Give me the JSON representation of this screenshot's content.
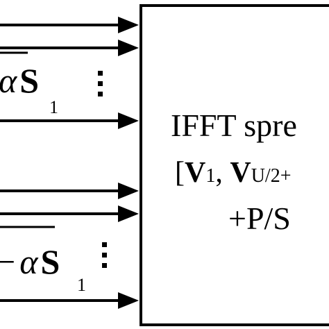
{
  "block": {
    "line1": "IFFT spre",
    "line2_open": "[",
    "line2_v1": "V",
    "line2_v1_sub": "1",
    "line2_sep": ", ",
    "line2_vu": "V",
    "line2_vu_sub": "U/2+",
    "line3": "+P/S"
  },
  "upper_input": {
    "alpha": "α",
    "symbol": "S",
    "sub": "1"
  },
  "lower_input": {
    "minus": "−",
    "alpha": "α",
    "symbol": "S",
    "sub": "1"
  },
  "vdots": "⋮",
  "colors": {
    "stroke": "#000000",
    "background": "#ffffff"
  }
}
